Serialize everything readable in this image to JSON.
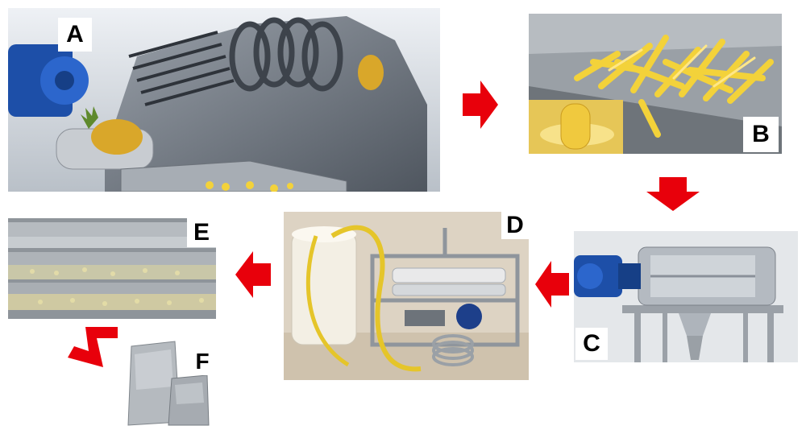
{
  "steps": [
    {
      "label": "A"
    },
    {
      "label": "B"
    },
    {
      "label": "C"
    },
    {
      "label": "D"
    },
    {
      "label": "E"
    },
    {
      "label": "F"
    }
  ],
  "colors": {
    "arrow": "#e8000b",
    "steel": "#8a9099",
    "pineapple": "#f3d23a",
    "motor": "#1d4fa8"
  },
  "icons": [
    "right-arrow-icon",
    "down-arrow-icon",
    "left-arrow-icon",
    "down-left-arrow-icon"
  ]
}
